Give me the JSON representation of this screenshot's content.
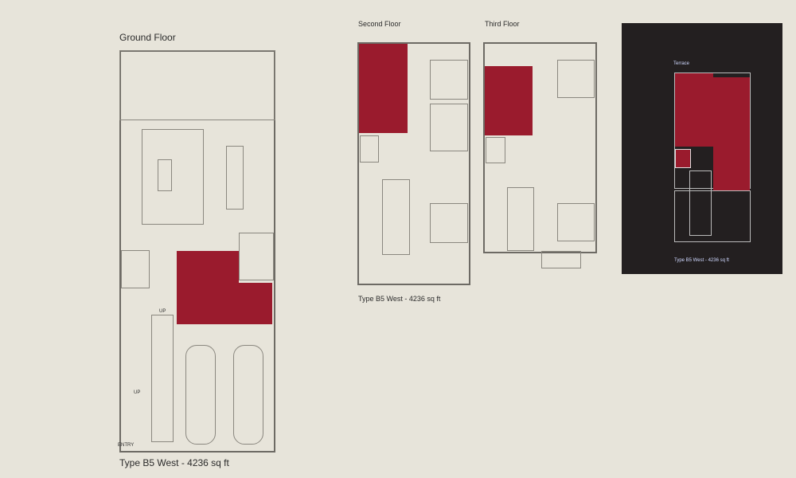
{
  "colors": {
    "background": "#e7e4da",
    "highlight": "#9a1b2d",
    "terrace_panel": "#231f20",
    "walls": "#6d6a64"
  },
  "ground_floor": {
    "title": "Ground Floor",
    "caption": "Type B5 West - 4236 sq ft",
    "entry_label": "ENTRY",
    "up_labels": [
      "UP",
      "UP"
    ]
  },
  "upper_floors": {
    "second_title": "Second Floor",
    "third_title": "Third Floor",
    "caption": "Type B5 West - 4236 sq ft"
  },
  "terrace": {
    "title": "Terrace",
    "caption": "Type B5 West - 4236 sq ft"
  }
}
